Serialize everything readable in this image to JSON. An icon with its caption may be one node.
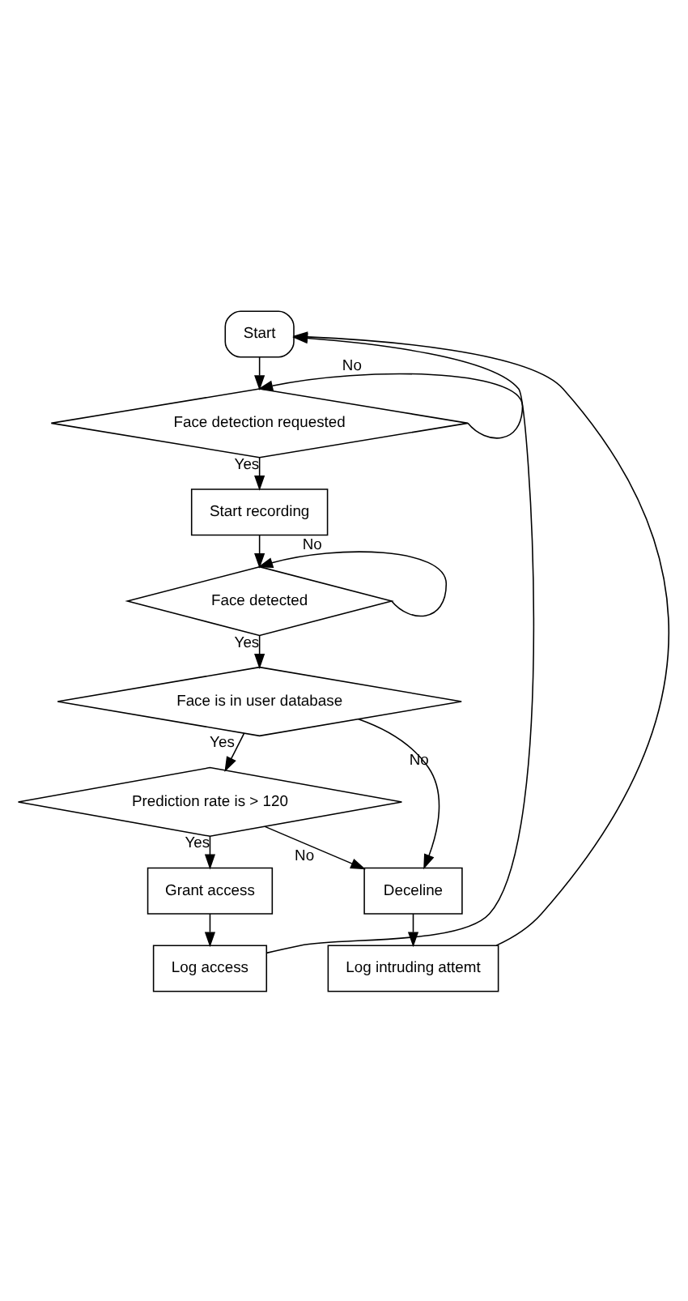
{
  "diagram": {
    "nodes": [
      {
        "text": [
          "Start"
        ]
      },
      {
        "text": [
          "Face detection requested"
        ]
      },
      {
        "text": [
          "Start recording"
        ]
      },
      {
        "text": [
          "Face detected"
        ]
      },
      {
        "text": [
          "Face is in user database"
        ]
      },
      {
        "text": [
          "Prediction rate is > 120"
        ]
      },
      {
        "text": [
          "Grant access"
        ]
      },
      {
        "text": [
          "Log access"
        ]
      },
      {
        "text": [
          "Deceline"
        ]
      },
      {
        "text": [
          "Log intruding attemt"
        ]
      }
    ],
    "edges": [
      {
        "from": 0,
        "to": 1,
        "arrow": "to"
      },
      {
        "from": 1,
        "to": 1,
        "arrow": "to",
        "label": "No"
      },
      {
        "from": 1,
        "to": 2,
        "arrow": "to",
        "label": "Yes"
      },
      {
        "from": 2,
        "to": 3,
        "arrow": "to"
      },
      {
        "from": 3,
        "to": 3,
        "arrow": "to",
        "label": "No"
      },
      {
        "from": 3,
        "to": 4,
        "arrow": "to",
        "label": "Yes"
      },
      {
        "from": 4,
        "to": 8,
        "arrow": "to",
        "label": "No"
      },
      {
        "from": 4,
        "to": 5,
        "arrow": "to",
        "label": "Yes"
      },
      {
        "from": 5,
        "to": 8,
        "arrow": "to",
        "label": "No"
      },
      {
        "from": 5,
        "to": 6,
        "arrow": "to",
        "label": "Yes"
      },
      {
        "from": 6,
        "to": 7,
        "arrow": "to"
      },
      {
        "from": 7,
        "to": 0,
        "arrow": "to"
      },
      {
        "from": 8,
        "to": 9,
        "arrow": "to"
      },
      {
        "from": 9,
        "to": 0,
        "arrow": "to"
      }
    ]
  }
}
